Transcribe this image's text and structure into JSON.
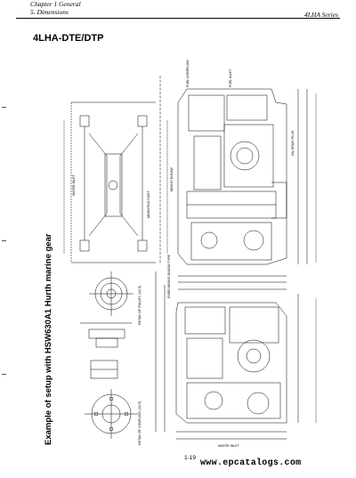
{
  "header": {
    "chapter": "Chapter 1 General",
    "section": "5. Dimensions",
    "series": "4LHA Series"
  },
  "model_title": "4LHA-DTE/DTP",
  "side_title": "Example of setup with HSW630A1 Hurth marine gear",
  "drawing_labels": {
    "water_inlet": "WATER INLET",
    "mounting_foot": "MOUNTING FOOT",
    "fuel_overflow": "FUEL OVERFLOW",
    "fuel_inlet": "FUEL INLET",
    "oil_drain": "OIL DRAIN PLUG",
    "mixing_elbow": "MIXING ELBOW",
    "riser_mixing": "RISER MIXING ELBOW TYPE",
    "water_inlet_bottom": "WATER INLET",
    "detail_pulley": "DETAIL OF PULLEY (1/2.5)",
    "detail_coupling": "DETAIL OF COUPLING (1/2.5)"
  },
  "page_number": "1-19",
  "watermark": "www.epcatalogs.com"
}
